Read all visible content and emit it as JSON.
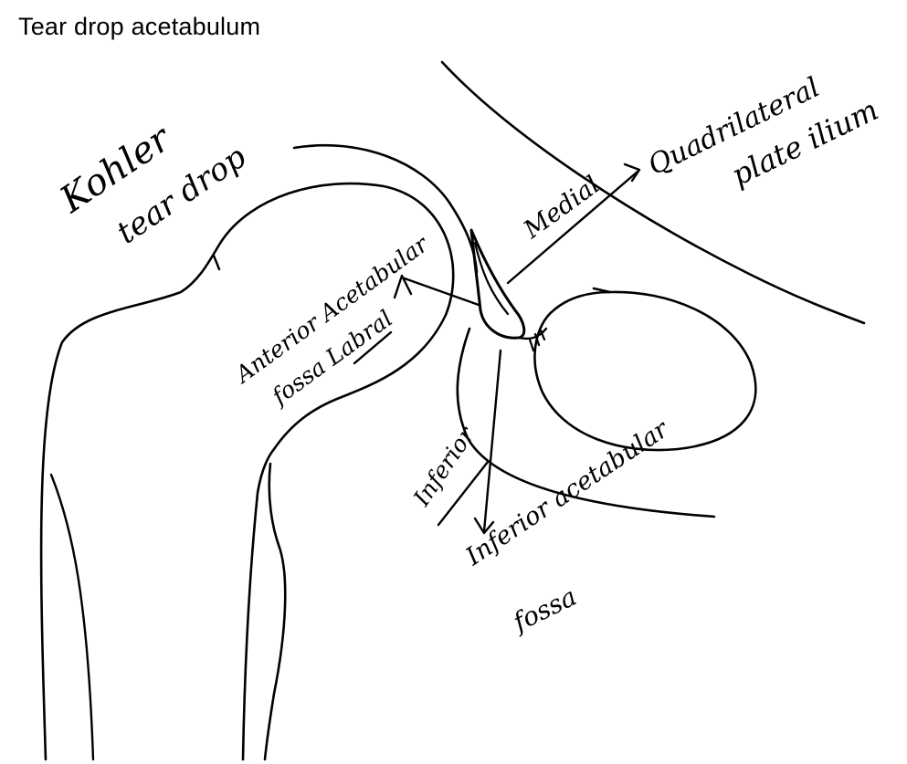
{
  "note": {
    "title": "Tear drop acetabulum"
  },
  "diagram": {
    "labels": {
      "kohler": "Kohler",
      "tear_drop": "tear drop",
      "medial": "Medial",
      "quadrilateral": "Quadrilateral",
      "plate_ilium": "plate ilium",
      "anterior_acetabular": "Anterior Acetabular",
      "fossa_labral": "fossa Labral",
      "inferior": "Inferior",
      "inferior_acetabular": "Inferior acetabular",
      "fossa": "fossa"
    },
    "ink_color": "#000000"
  }
}
